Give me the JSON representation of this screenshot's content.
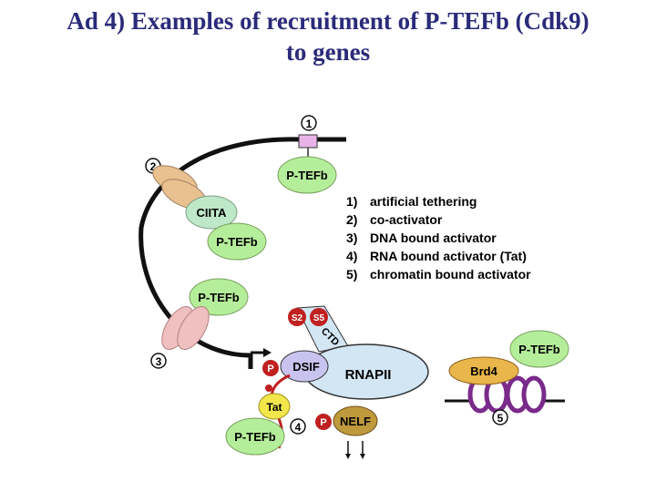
{
  "title": {
    "line1": "Ad 4) Examples of recruitment of P-TEFb (Cdk9)",
    "line2": "to genes"
  },
  "diagram": {
    "numbers": [
      "1",
      "2",
      "3",
      "4",
      "5"
    ],
    "ptefb_label": "P-TEFb",
    "ciita_label": "CIITA",
    "dsif_label": "DSIF",
    "rnapii_label": "RNAPII",
    "brd4_label": "Brd4",
    "tat_label": "Tat",
    "nelf_label": "NELF",
    "p_label": "P",
    "s2_label": "S2",
    "s5_label": "S5",
    "ctd_label": "CTD",
    "legend": [
      {
        "num": "1)",
        "text": "artificial tethering"
      },
      {
        "num": "2)",
        "text": "co-activator"
      },
      {
        "num": "3)",
        "text": "DNA bound activator"
      },
      {
        "num": "4)",
        "text": "RNA bound activator (Tat)"
      },
      {
        "num": "5)",
        "text": "chromatin bound activator"
      }
    ]
  },
  "colors": {
    "title": "#2b2b7a",
    "ptefb": "#b5ee9a",
    "ciita": "#bfe8c9",
    "activator_tan": "#e9c08f",
    "activator_pink": "#f0c0c0",
    "tether_box": "#e8b4e8",
    "rnapii": "#d2e6f4",
    "dsif": "#c9c3ef",
    "brd4": "#e8b64a",
    "tat": "#f2e64a",
    "nelf": "#bf9a3c",
    "phospho": "#c02020",
    "nucleosome": "#7a2a8a"
  }
}
